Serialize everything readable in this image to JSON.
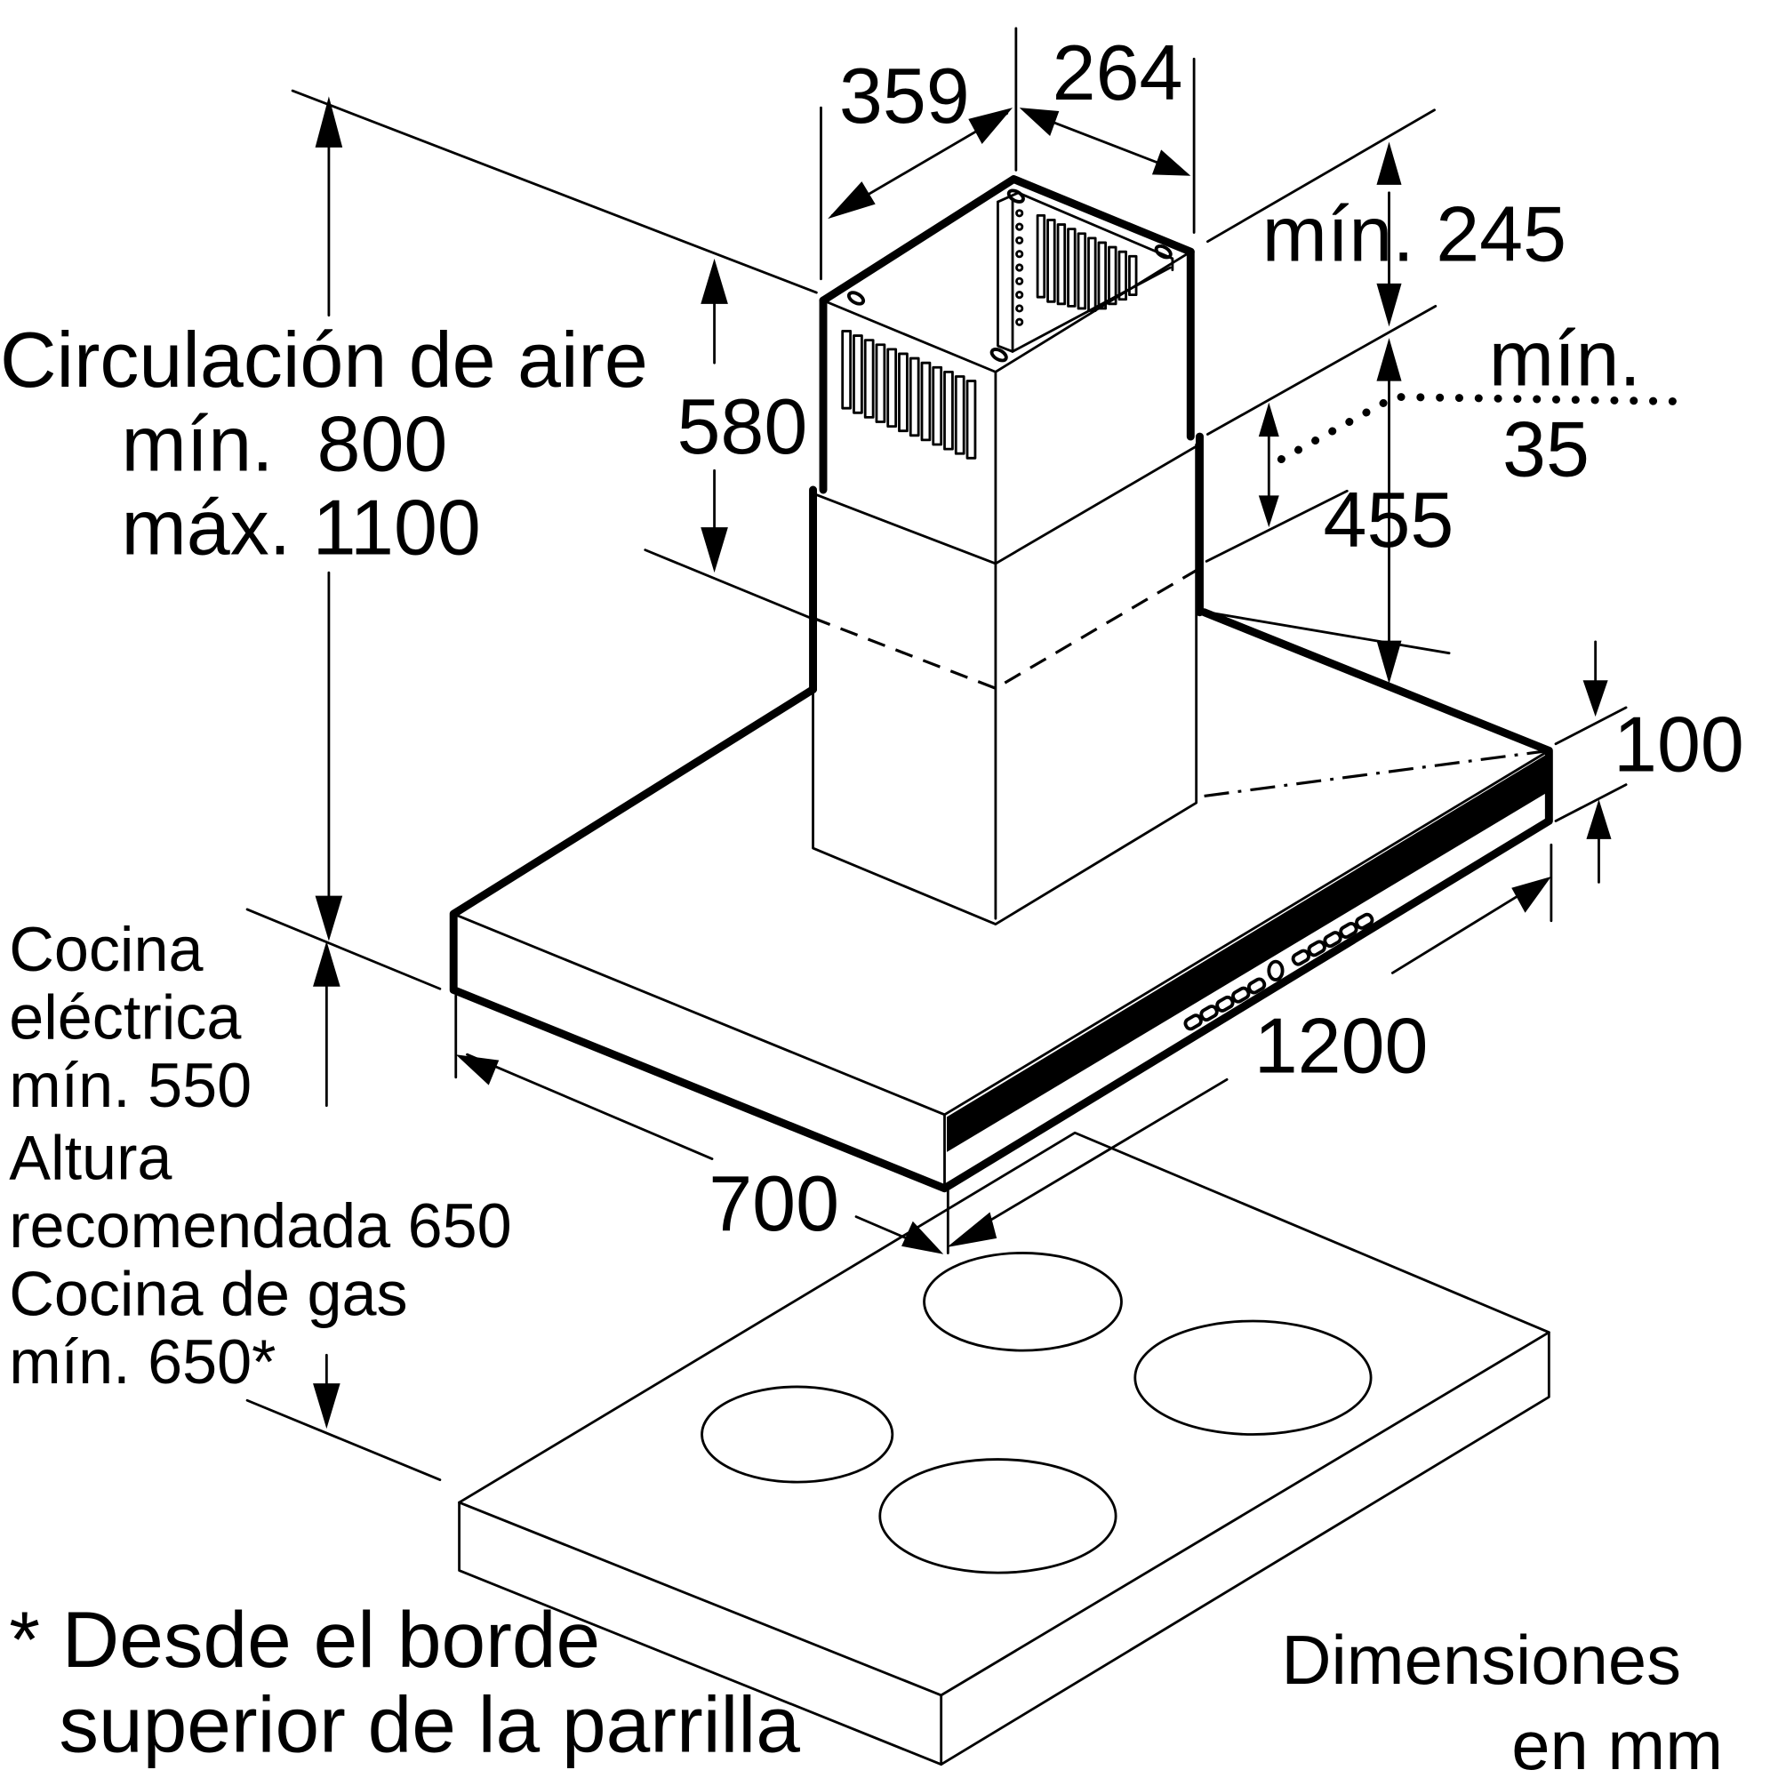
{
  "dimensions": {
    "chimney_depth": "359",
    "chimney_width": "264",
    "upper_chimney": "580",
    "min_245": "mín. 245",
    "min_35_line1": "mín.",
    "min_35_line2": "35",
    "h455": "455",
    "h100": "100",
    "w1200": "1200",
    "d700": "700"
  },
  "air_circulation": {
    "line1": "Circulación de aire",
    "line2": "mín.  800",
    "line3": "máx. 1100"
  },
  "installation_height": {
    "line1": "Cocina",
    "line2": "eléctrica",
    "line3": "mín. 550",
    "line4": "Altura",
    "line5": "recomendada 650",
    "line6": "Cocina de gas",
    "line7": "mín. 650*"
  },
  "footnote": {
    "line1": "* Desde el borde",
    "line2": "superior de la parrilla"
  },
  "units_note": {
    "line1": "Dimensiones",
    "line2": "en mm"
  }
}
